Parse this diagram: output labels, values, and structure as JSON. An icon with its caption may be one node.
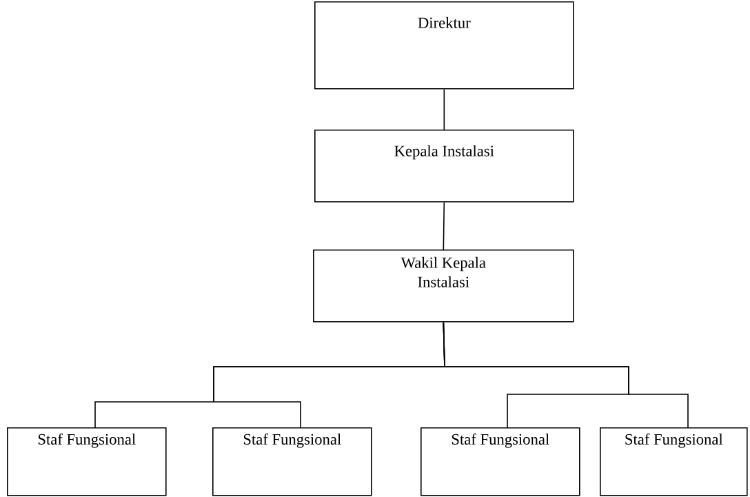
{
  "diagram": {
    "nodes": [
      {
        "text": [
          "Direktur"
        ]
      },
      {
        "text": [
          "Kepala Instalasi"
        ]
      },
      {
        "text": [
          "Wakil Kepala Instalasi"
        ]
      },
      {
        "text": [
          "Staf Fungsional"
        ]
      },
      {
        "text": [
          "Staf Fungsional"
        ]
      },
      {
        "text": [
          "Staf Fungsional"
        ]
      },
      {
        "text": [
          "Staf Fungsional"
        ]
      }
    ],
    "edges": [
      {
        "from": 0,
        "to": 1,
        "arrow": "none"
      },
      {
        "from": 1,
        "to": 2,
        "arrow": "none"
      },
      {
        "from": 2,
        "to": 3,
        "arrow": "none"
      },
      {
        "from": 2,
        "to": 4,
        "arrow": "none"
      },
      {
        "from": 2,
        "to": 5,
        "arrow": "none"
      },
      {
        "from": 2,
        "to": 6,
        "arrow": "none"
      }
    ]
  }
}
